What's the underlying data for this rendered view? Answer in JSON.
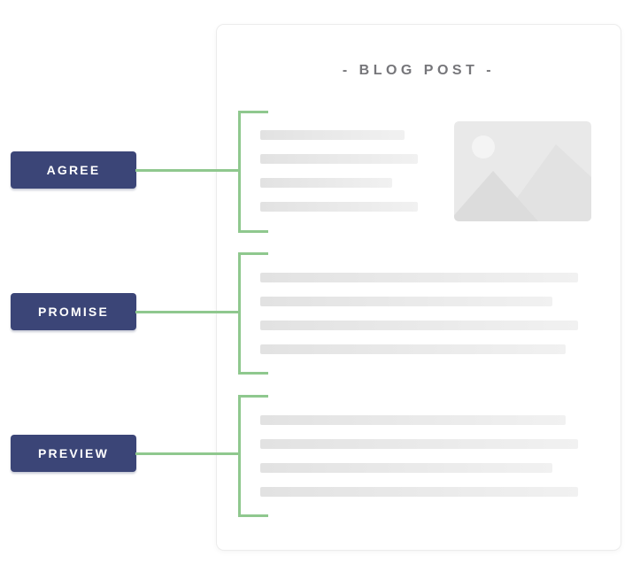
{
  "card": {
    "title": "- BLOG POST -"
  },
  "labels": [
    {
      "id": "agree",
      "text": "AGREE"
    },
    {
      "id": "promise",
      "text": "PROMISE"
    },
    {
      "id": "preview",
      "text": "PREVIEW"
    }
  ],
  "sections": [
    {
      "label": "AGREE",
      "has_image": true,
      "bar_widths": [
        163,
        178,
        149,
        178
      ]
    },
    {
      "label": "PROMISE",
      "has_image": false,
      "bar_widths": [
        359,
        330,
        359,
        345
      ]
    },
    {
      "label": "PREVIEW",
      "has_image": false,
      "bar_widths": [
        345,
        359,
        330,
        359
      ]
    }
  ],
  "icons": {
    "image_placeholder": "photo-placeholder-icon",
    "sun": "sun-icon",
    "mountains": "mountains-icon"
  },
  "colors": {
    "page_bg": "#ffffff",
    "card_bg": "#ffffff",
    "card_border": "#ececec",
    "title_color": "#76767a",
    "label_bg": "#3b4577",
    "label_text": "#ffffff",
    "connector_green": "#8fc88e",
    "bar_from": "#e2e2e2",
    "bar_to": "#f1f1f1",
    "image_bg": "#e9e9e9",
    "image_mountain_back": "#e2e2e2",
    "image_mountain_front": "#dcdcdc",
    "image_sun": "#f4f4f4"
  }
}
